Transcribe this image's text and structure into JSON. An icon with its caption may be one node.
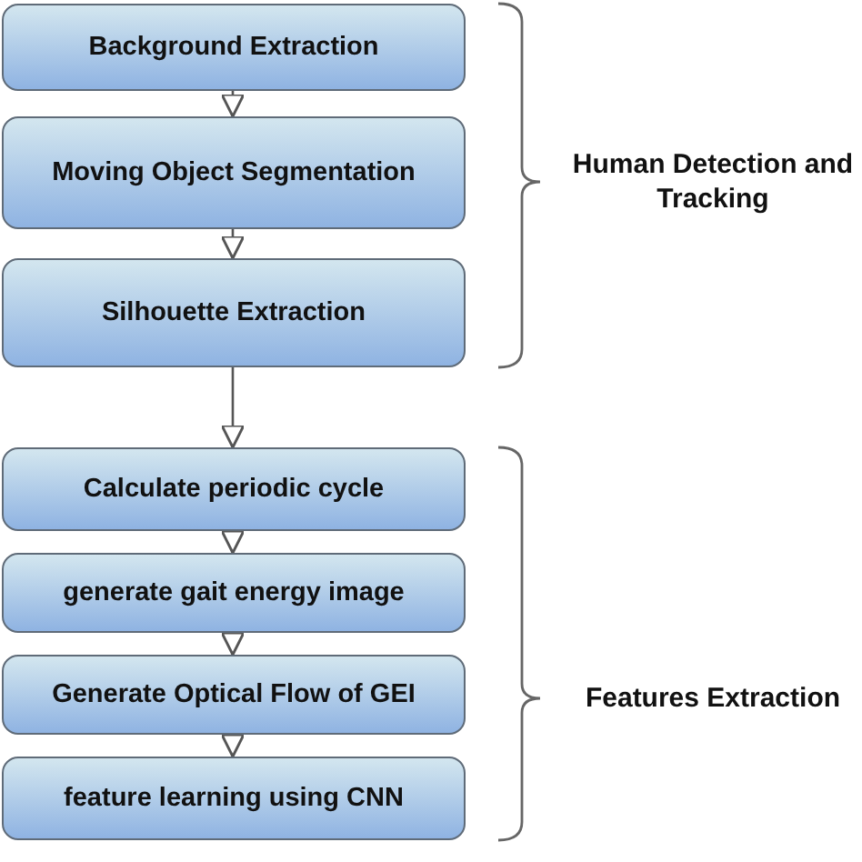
{
  "diagram": {
    "nodes": [
      {
        "text": [
          "Background Extraction"
        ]
      },
      {
        "text": [
          "Moving Object Segmentation"
        ]
      },
      {
        "text": [
          "Silhouette Extraction"
        ]
      },
      {
        "text": [
          "Calculate periodic cycle"
        ]
      },
      {
        "text": [
          "generate gait energy image"
        ]
      },
      {
        "text": [
          "Generate Optical Flow of GEI"
        ]
      },
      {
        "text": [
          "feature learning using CNN"
        ]
      }
    ],
    "edges": [
      {
        "from": 0,
        "to": 1,
        "arrow": "to"
      },
      {
        "from": 1,
        "to": 2,
        "arrow": "to"
      },
      {
        "from": 2,
        "to": 3,
        "arrow": "to"
      },
      {
        "from": 3,
        "to": 4,
        "arrow": "to"
      },
      {
        "from": 4,
        "to": 5,
        "arrow": "to"
      },
      {
        "from": 5,
        "to": 6,
        "arrow": "to"
      }
    ],
    "labels": [
      "Human Detection and Tracking",
      "Features Extraction"
    ]
  }
}
